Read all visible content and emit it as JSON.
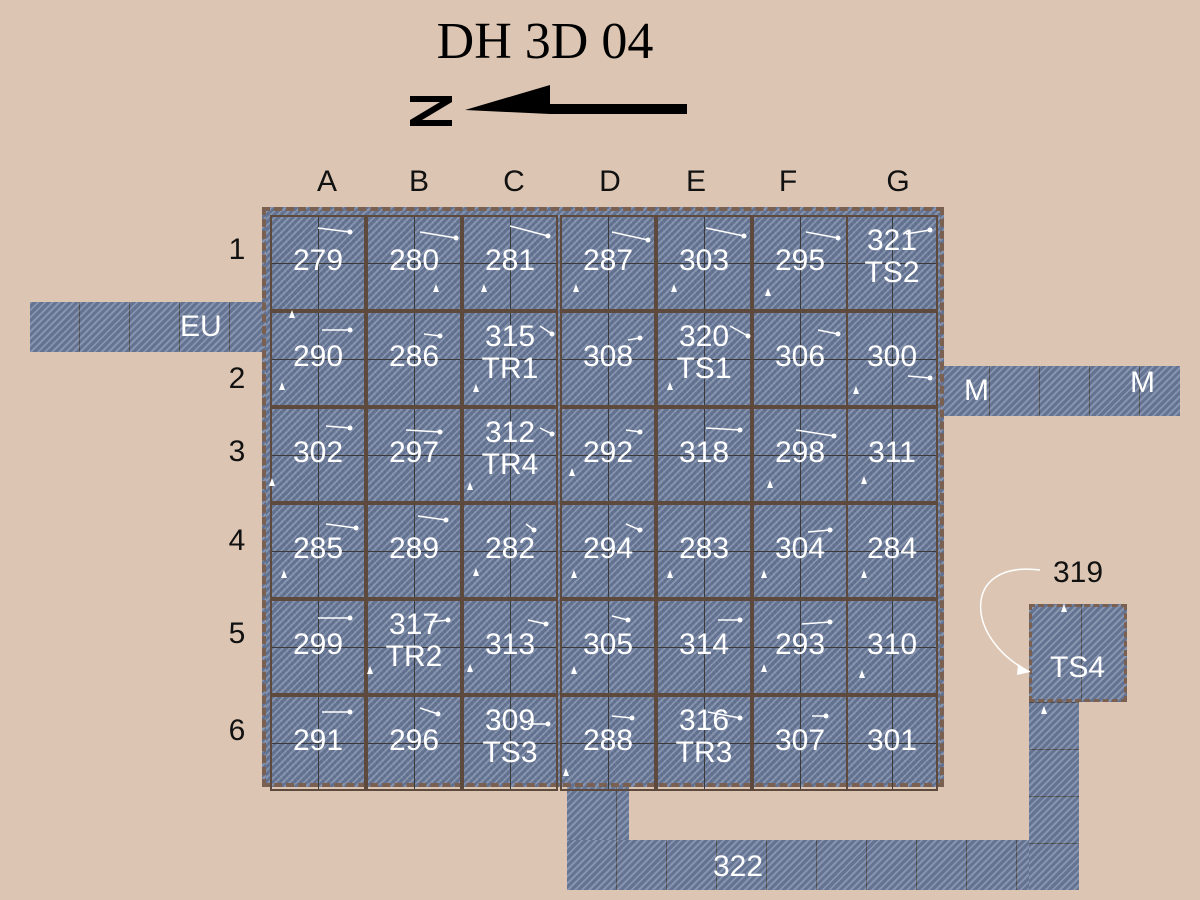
{
  "title": "DH 3D 04",
  "columns": [
    "A",
    "B",
    "C",
    "D",
    "E",
    "F",
    "G"
  ],
  "rows": [
    "1",
    "2",
    "3",
    "4",
    "5",
    "6"
  ],
  "units": [
    [
      "279",
      "280",
      "281",
      "287",
      "303",
      "295",
      "321\nTS2"
    ],
    [
      "290",
      "286",
      "315\nTR1",
      "308",
      "320\nTS1",
      "306",
      "300"
    ],
    [
      "302",
      "297",
      "312\nTR4",
      "292",
      "318",
      "298",
      "311"
    ],
    [
      "285",
      "289",
      "282",
      "294",
      "283",
      "304",
      "284"
    ],
    [
      "299",
      "317\nTR2",
      "313",
      "305",
      "314",
      "293",
      "310"
    ],
    [
      "291",
      "296",
      "309\nTS3",
      "288",
      "316\nTR3",
      "307",
      "301"
    ]
  ],
  "extras": {
    "eu": "EU",
    "m_left": "M",
    "m_right": "M",
    "label_319": "319",
    "ts4": "TS4",
    "label_322": "322"
  },
  "colors": {
    "background": "#dcc5b2",
    "tile": "#6f7f9e",
    "border": "#7a6050"
  }
}
